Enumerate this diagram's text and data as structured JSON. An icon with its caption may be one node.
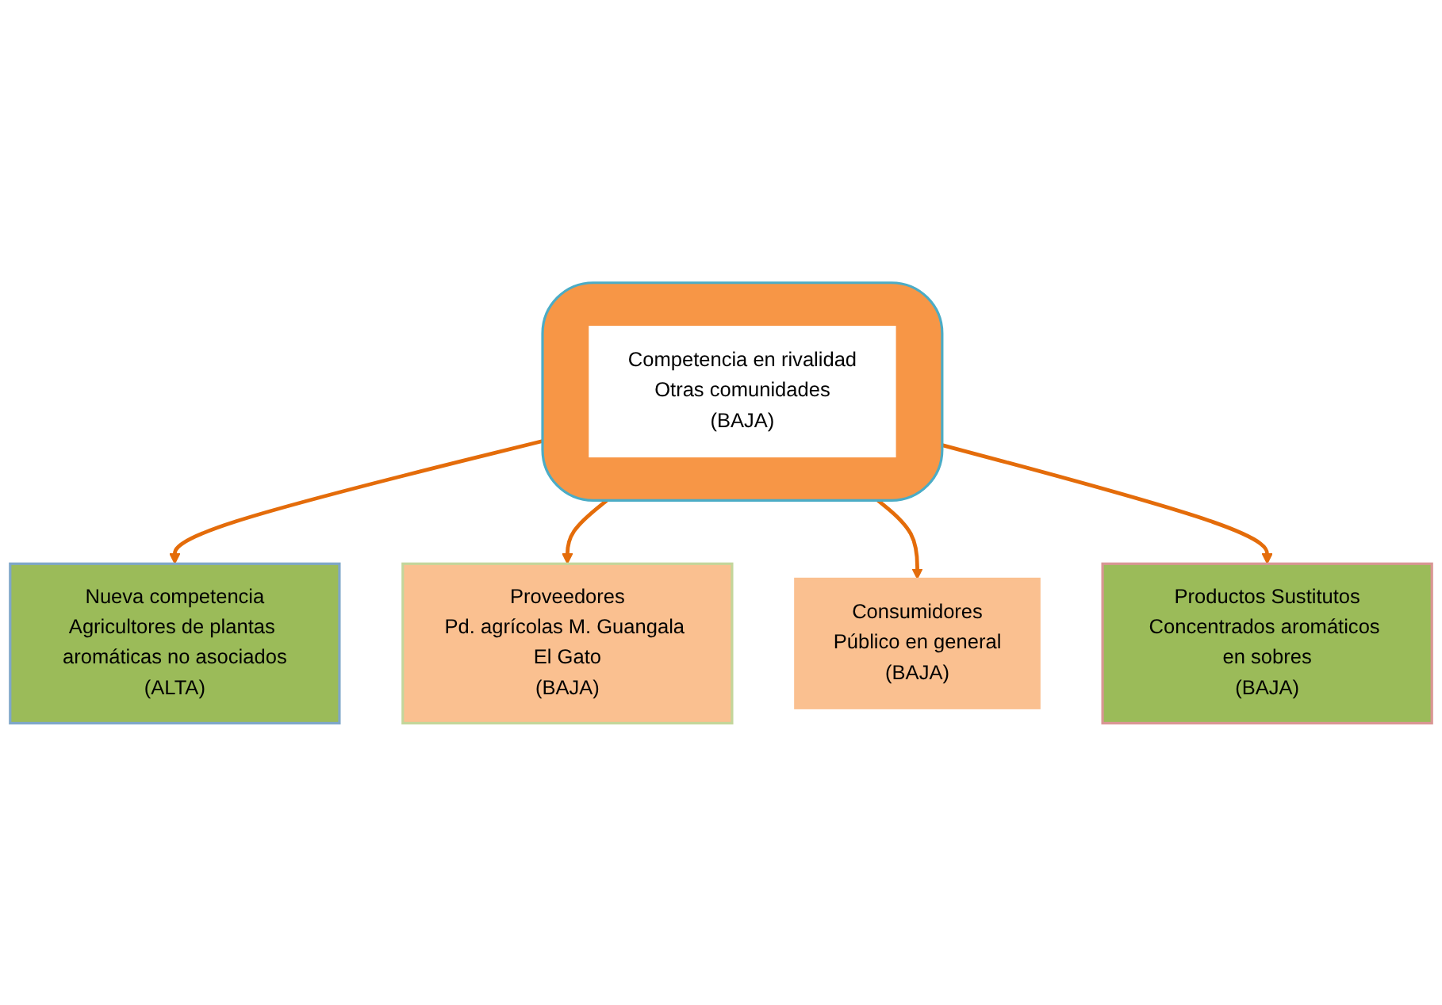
{
  "diagram": {
    "nodes": [
      {
        "text": [
          "Nueva competencia",
          "Agricultores de plantas aromáticas no asociados",
          "(ALTA)"
        ]
      },
      {
        "text": [
          "Proveedores",
          "Pd. agrícolas M. Guangala El Gato",
          "(BAJA)"
        ]
      },
      {
        "text": [],
        "shape": "octagon"
      },
      {
        "text": [
          "Competencia en rivalidad",
          "Otras comunidades",
          "(BAJA)"
        ],
        "in": 2
      },
      {
        "text": [
          "Consumidores",
          "Público en general",
          "(BAJA)"
        ]
      },
      {
        "text": [
          "Productos Sustitutos",
          "Concentrados aromáticos en sobres",
          "(BAJA)"
        ]
      }
    ],
    "edges": [
      {
        "from": 2,
        "to": 0,
        "arrow": "to"
      },
      {
        "from": 2,
        "to": 1,
        "arrow": "to"
      },
      {
        "from": 2,
        "to": 4,
        "arrow": "to"
      },
      {
        "from": 2,
        "to": 5,
        "arrow": "to"
      }
    ]
  }
}
